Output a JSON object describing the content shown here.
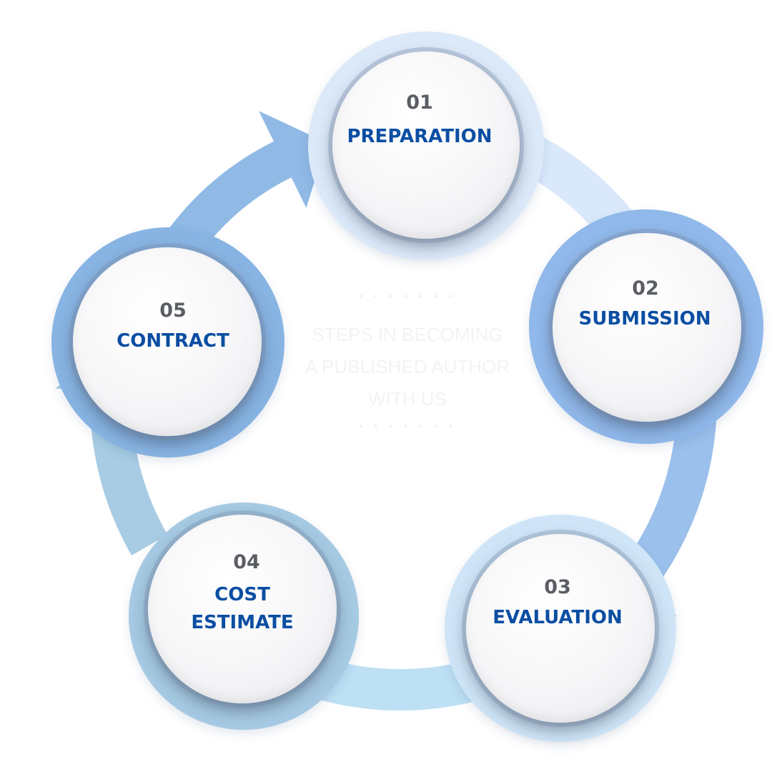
{
  "center": {
    "title": "STEPS IN BECOMING\nA PUBLISHED AUTHOR\nWITH US",
    "dots": "• • • • • • •"
  },
  "steps": [
    {
      "number": "01",
      "label": "PREPARATION",
      "ring_color": "#dce9f9",
      "arrow_color": "#d9e8fa"
    },
    {
      "number": "02",
      "label": "SUBMISSION",
      "ring_color": "#90b8ea",
      "arrow_color": "#9cc0ec"
    },
    {
      "number": "03",
      "label": "EVALUATION",
      "ring_color": "#cfe5f7",
      "arrow_color": "#bde0f5"
    },
    {
      "number": "04",
      "label": "COST\nESTIMATE",
      "ring_color": "#a6cae3",
      "arrow_color": "#a7cce4"
    },
    {
      "number": "05",
      "label": "CONTRACT",
      "ring_color": "#88b4e3",
      "arrow_color": "#90b9e5"
    }
  ],
  "colors": {
    "label": "#0b4ea2",
    "number": "#5a5d63"
  }
}
